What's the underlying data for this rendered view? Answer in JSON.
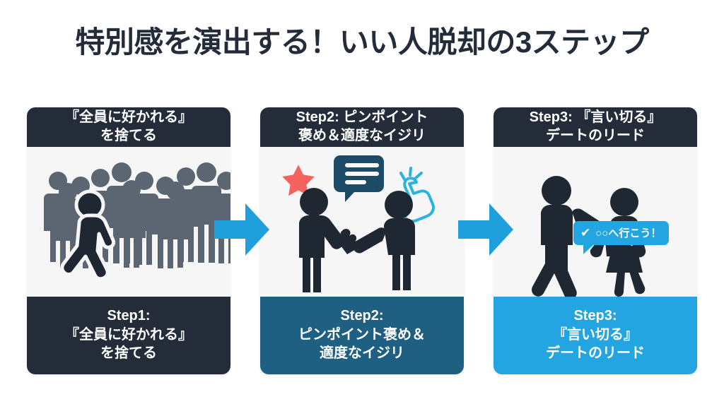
{
  "page": {
    "title": "特別感を演出する！いい人脱却の3ステップ",
    "background_color": "#ffffff",
    "title_color": "#242c39"
  },
  "colors": {
    "header_navy": "#242c39",
    "footer_step1": "#242c39",
    "footer_step2": "#1f5f82",
    "footer_step3": "#22a5e0",
    "arrow_blue": "#1f9fdc",
    "card_body": "#f6f6f7",
    "figure_dark": "#1f2733",
    "crowd_gray": "#5c6673",
    "star_red": "#f4635e",
    "cursor_cyan": "#2bb3e0",
    "bubble_dark": "#1d4b66"
  },
  "cards": [
    {
      "id": "step1",
      "header_lines": [
        "『全員に好かれる』",
        "を捨てる"
      ],
      "footer_lines": [
        "Step1:",
        "『全員に好かれる』",
        "を捨てる"
      ],
      "footer_color": "#242c39",
      "illustration": "crowd-with-one-leaving-icon"
    },
    {
      "id": "step2",
      "header_lines": [
        "Step2: ピンポイント",
        "褒め＆適度なイジリ"
      ],
      "footer_lines": [
        "Step2:",
        "ピンポイント褒め＆",
        "適度なイジリ"
      ],
      "footer_color": "#1f5f82",
      "illustration": "two-people-talking-icon",
      "decorations": [
        "star-icon",
        "chat-bubble-icon",
        "click-hand-cursor-icon"
      ]
    },
    {
      "id": "step3",
      "header_lines": [
        "Step3: 『言い切る』",
        "デートのリード"
      ],
      "footer_lines": [
        "Step3:",
        "『言い切る』",
        "デートのリード"
      ],
      "footer_color": "#22a5e0",
      "illustration": "man-pointing-woman-walking-icon",
      "speech_bubble": {
        "check": "✔",
        "text": "○○へ行こう！"
      }
    }
  ],
  "arrows": [
    {
      "id": "arrow-1",
      "direction": "right"
    },
    {
      "id": "arrow-2",
      "direction": "right"
    }
  ]
}
